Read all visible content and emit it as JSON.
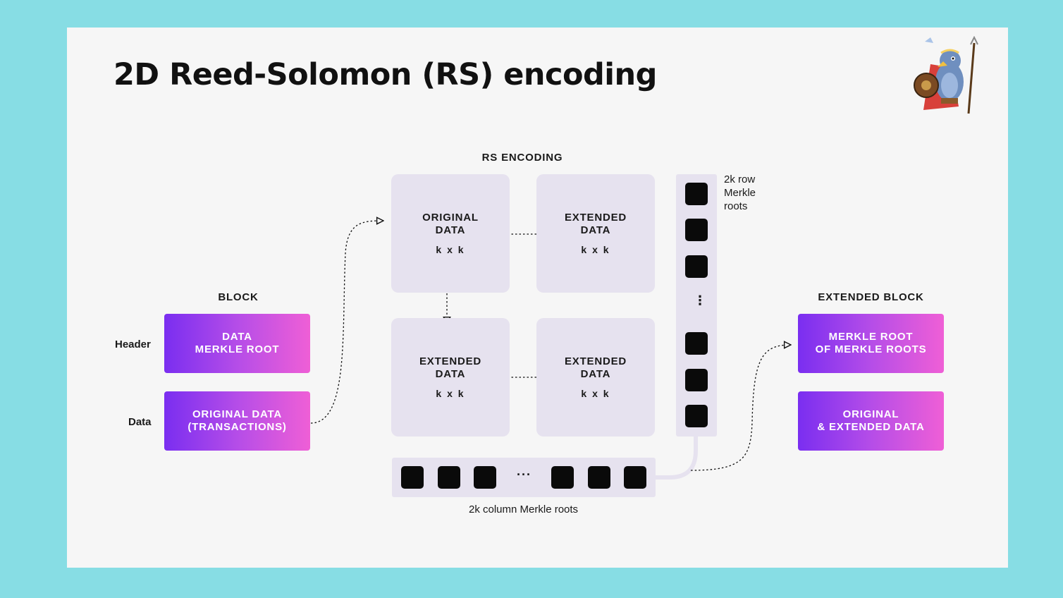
{
  "title": "2D Reed-Solomon (RS) encoding",
  "block": {
    "label": "BLOCK",
    "header_label": "Header",
    "data_label": "Data",
    "header_box": [
      "DATA",
      "MERKLE ROOT"
    ],
    "data_box": [
      "ORIGINAL DATA",
      "(TRANSACTIONS)"
    ]
  },
  "rs_encoding": {
    "label": "RS ENCODING",
    "quadrants": [
      {
        "lines": [
          "ORIGINAL",
          "DATA"
        ],
        "dim": "k x k"
      },
      {
        "lines": [
          "EXTENDED",
          "DATA"
        ],
        "dim": "k x k"
      },
      {
        "lines": [
          "EXTENDED",
          "DATA"
        ],
        "dim": "k x k"
      },
      {
        "lines": [
          "EXTENDED",
          "DATA"
        ],
        "dim": "k x k"
      }
    ],
    "row_roots_note": "2k row Merkle roots",
    "row_roots_lines": [
      "2k row",
      "Merkle",
      "roots"
    ],
    "col_roots_note": "2k column Merkle roots",
    "vertical_ellipsis": "⋮",
    "horizontal_ellipsis": "···"
  },
  "extended_block": {
    "label": "EXTENDED BLOCK",
    "header_box": [
      "MERKLE ROOT",
      "OF MERKLE ROOTS"
    ],
    "data_box": [
      "ORIGINAL",
      "& EXTENDED DATA"
    ]
  },
  "colors": {
    "background": "#87dde4",
    "slide": "#f6f6f6",
    "quad_fill": "#e6e2ef",
    "gradient_start": "#7a2ef0",
    "gradient_end": "#ef5fd6"
  },
  "icons": [
    "mascot-icon"
  ]
}
